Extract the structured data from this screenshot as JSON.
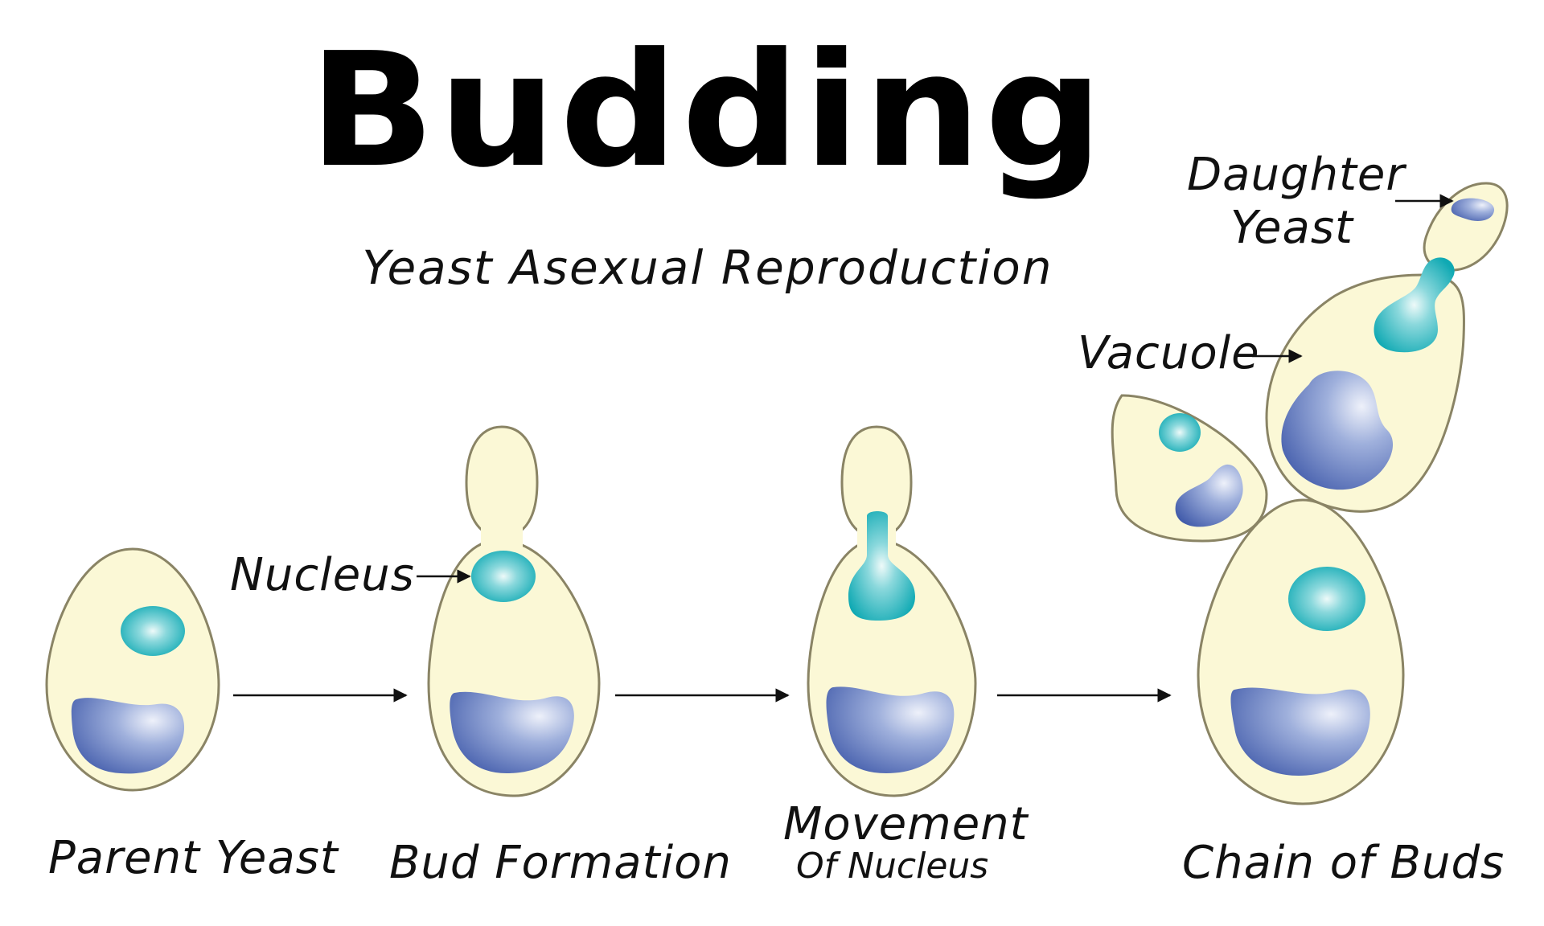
{
  "title": "Budding",
  "subtitle": "Yeast Asexual Reproduction",
  "labels": {
    "nucleus": "Nucleus",
    "vacuole": "Vacuole",
    "daughter_line1": "Daughter",
    "daughter_line2": "Yeast"
  },
  "stages": [
    {
      "name": "Parent Yeast"
    },
    {
      "name": "Bud Formation"
    },
    {
      "name_line1": "Movement",
      "name_line2": "Of Nucleus"
    },
    {
      "name": "Chain of Buds"
    }
  ],
  "colors": {
    "cytoplasm": "#fbf8d6",
    "membrane": "#8a8465",
    "nucleus": "#19b4bd",
    "vacuole": "#4660b0",
    "arrow": "#111111"
  }
}
